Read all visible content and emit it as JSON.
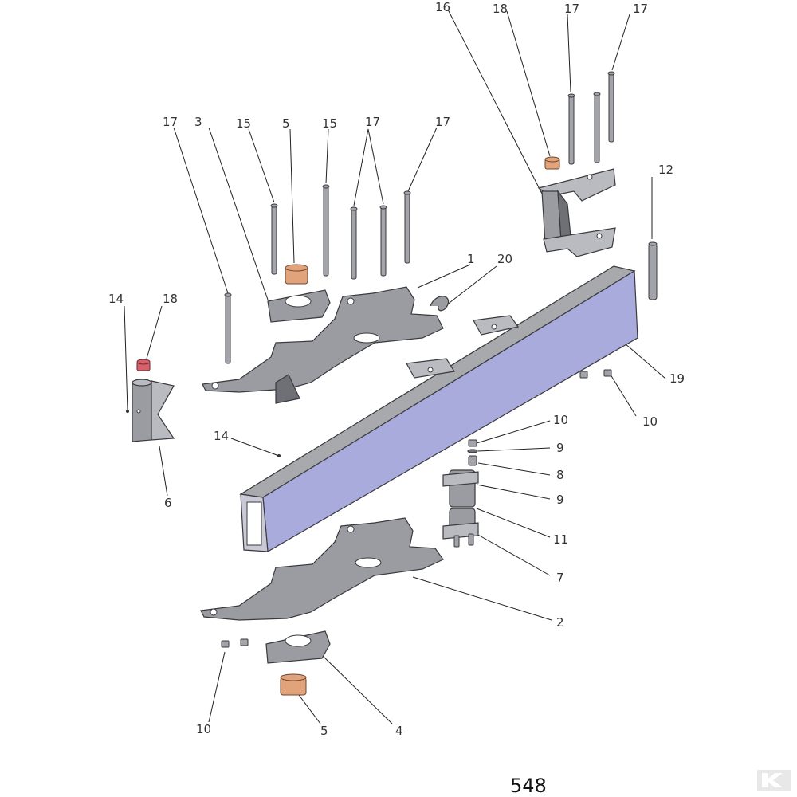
{
  "labels": [
    "16",
    "18",
    "17",
    "17",
    "17",
    "3",
    "15",
    "5",
    "15",
    "17",
    "17",
    "12",
    "1",
    "20",
    "14",
    "18",
    "19",
    "10",
    "14",
    "10",
    "9",
    "6",
    "8",
    "9",
    "11",
    "7",
    "2",
    "10",
    "5",
    "4"
  ],
  "page_number": "548",
  "logo_icon": "brand-k-logo-icon",
  "colors": {
    "steel": "#9a9ca2",
    "beam_face": "#a9abdc",
    "bushing": "#e2a27a",
    "red_bushing": "#d9606a"
  }
}
